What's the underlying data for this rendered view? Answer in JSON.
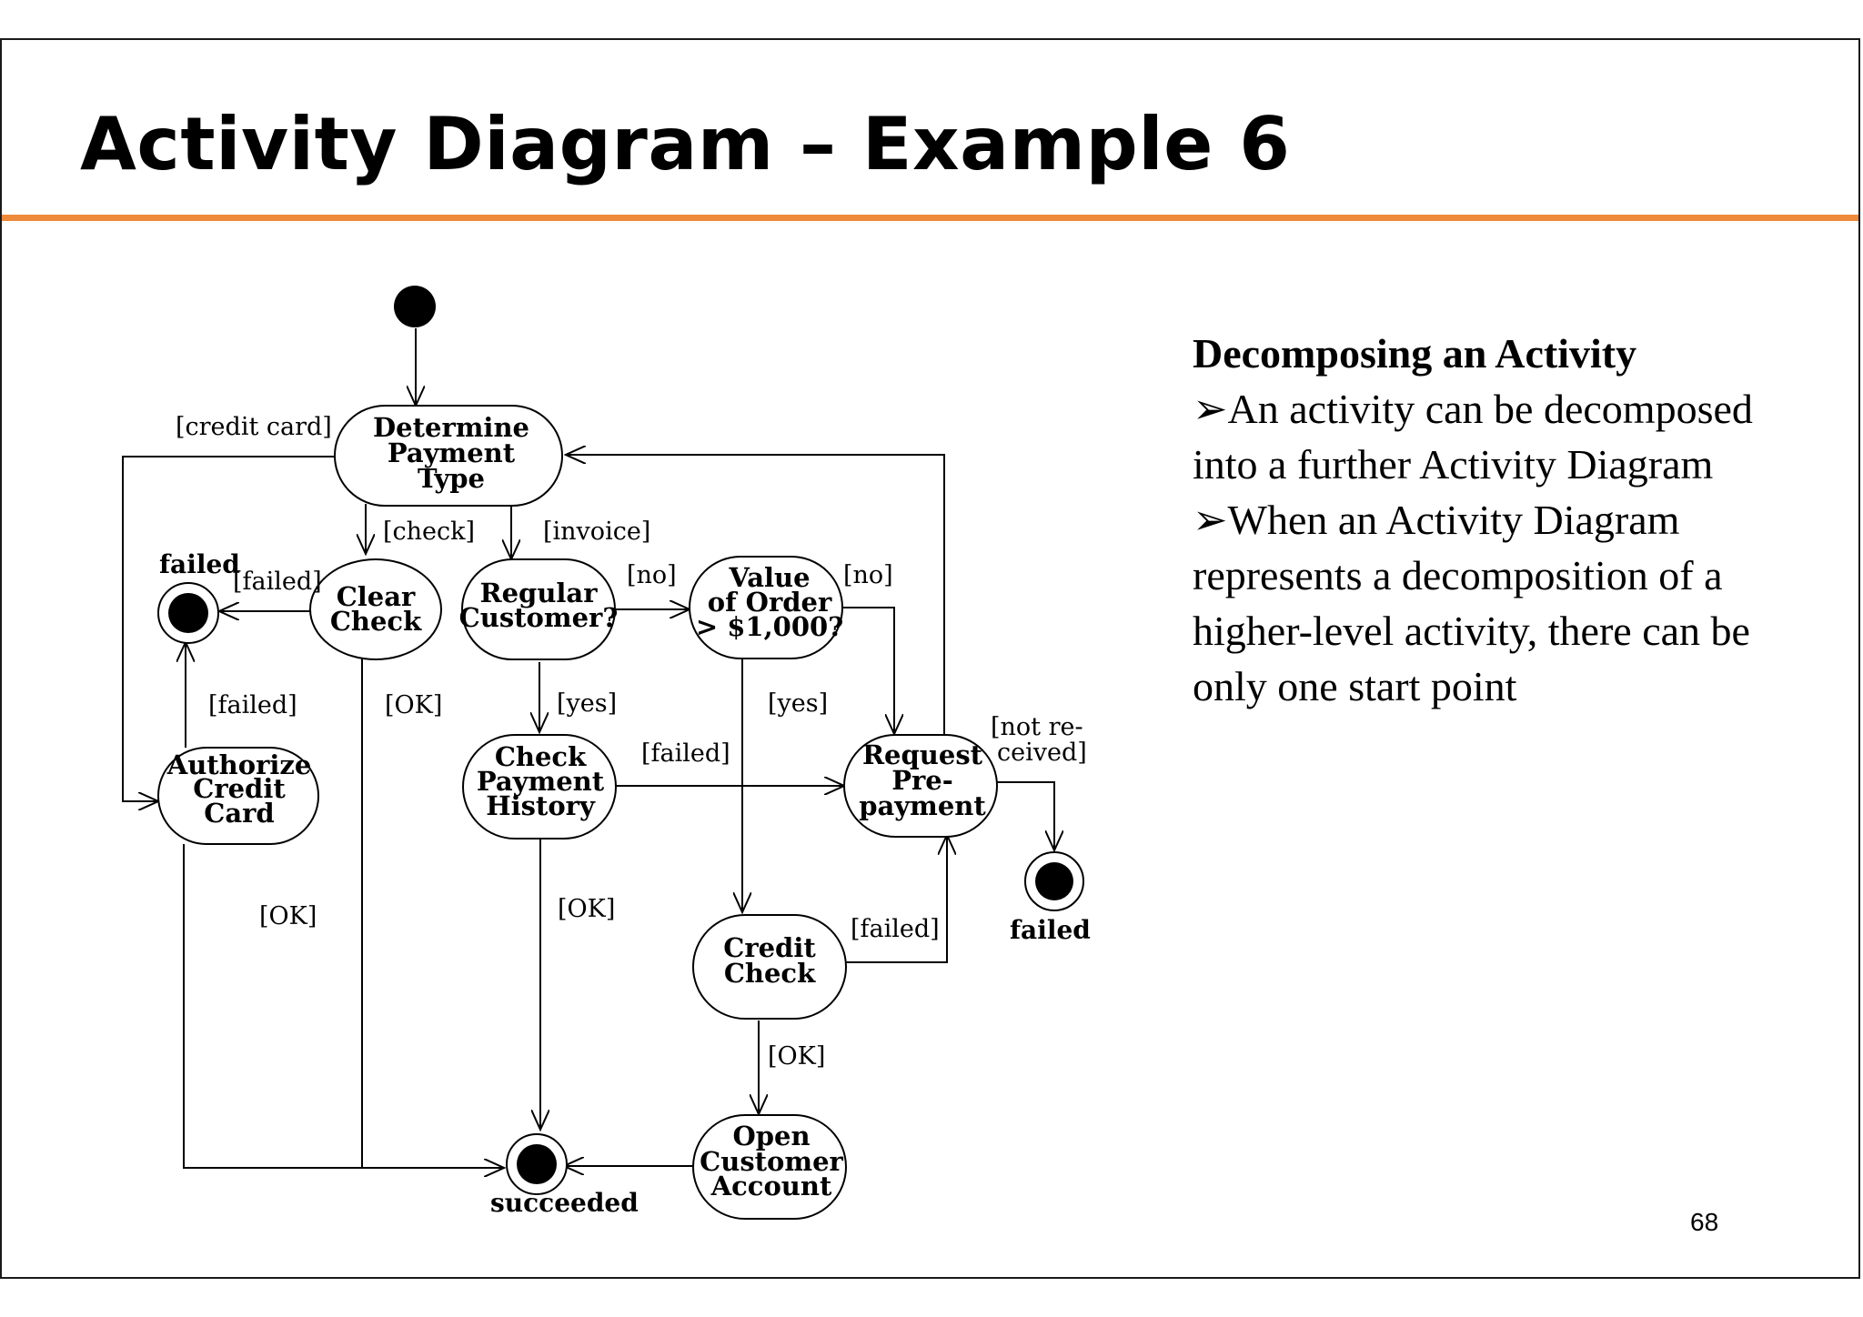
{
  "slide": {
    "title": "Activity Diagram – Example 6",
    "page_number": "68",
    "colors": {
      "title_rule": "#ee8a3b",
      "ink": "#000000"
    }
  },
  "diagram": {
    "nodes": {
      "determine_payment_type": [
        "Determine",
        "Payment",
        "Type"
      ],
      "clear_check": [
        "Clear",
        "Check"
      ],
      "regular_customer": [
        "Regular",
        "Customer?"
      ],
      "value_of_order": [
        "Value",
        "of Order",
        "> $1,000?"
      ],
      "authorize_credit_card": [
        "Authorize",
        "Credit",
        "Card"
      ],
      "check_payment_history": [
        "Check",
        "Payment",
        "History"
      ],
      "request_prepayment": [
        "Request",
        "Pre-",
        "payment"
      ],
      "credit_check": [
        "Credit",
        "Check"
      ],
      "open_customer_account": [
        "Open",
        "Customer",
        "Account"
      ]
    },
    "states": {
      "failed_left": "failed",
      "failed_right": "failed",
      "succeeded": "succeeded"
    },
    "guards": {
      "credit_card": "[credit card]",
      "check": "[check]",
      "invoice": "[invoice]",
      "failed_clear": "[failed]",
      "no_regular": "[no]",
      "no_value": "[no]",
      "failed_auth": "[failed]",
      "ok_clear": "[OK]",
      "yes_regular": "[yes]",
      "yes_value": "[yes]",
      "failed_history": "[failed]",
      "not_received": [
        "[not re-",
        "ceived]"
      ],
      "ok_auth": "[OK]",
      "ok_history": "[OK]",
      "failed_credit": "[failed]",
      "ok_credit": "[OK]"
    }
  },
  "side_panel": {
    "heading": "Decomposing an Activity",
    "lines": [
      "➢An activity can be decomposed",
      "into a further Activity Diagram",
      "➢When an Activity Diagram",
      "represents a decomposition of a",
      "higher-level activity, there can be",
      "only one start point"
    ]
  }
}
